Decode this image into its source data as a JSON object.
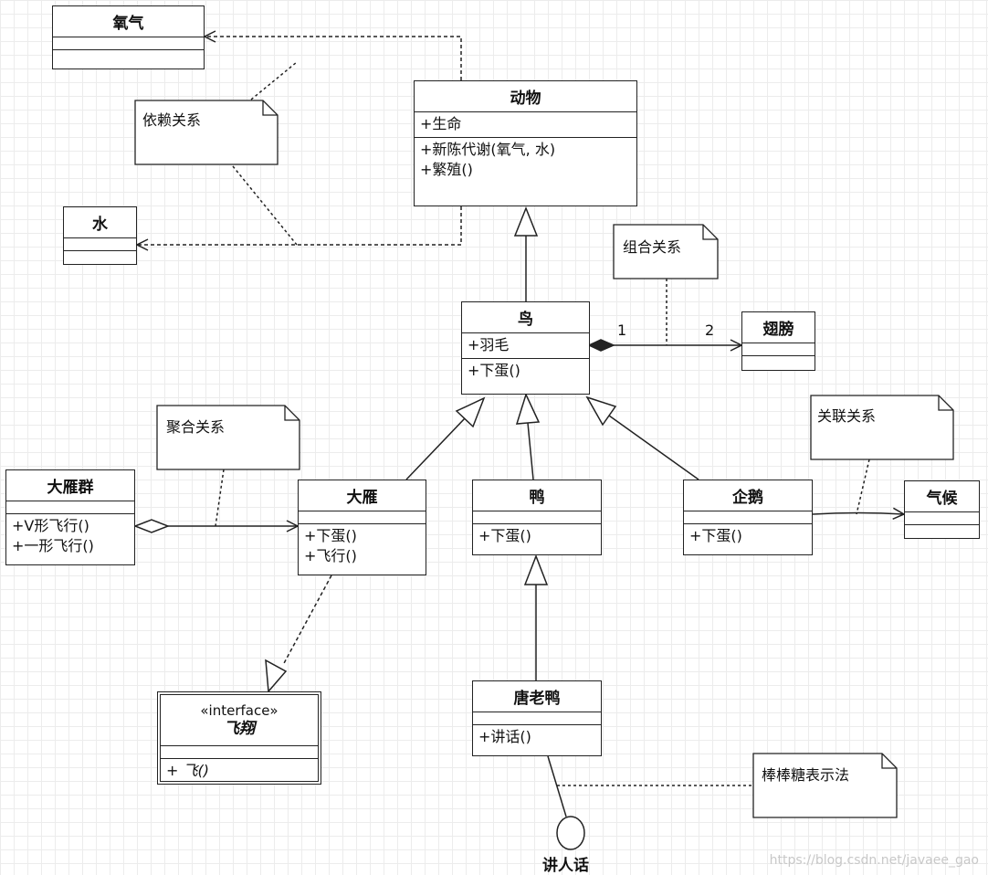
{
  "classes": {
    "oxygen": {
      "name": "氧气"
    },
    "water": {
      "name": "水"
    },
    "animal": {
      "name": "动物",
      "attributes": [
        "+生命"
      ],
      "operations": [
        "+新陈代谢(氧气, 水)",
        "+繁殖()"
      ]
    },
    "bird": {
      "name": "鸟",
      "attributes": [
        "+羽毛"
      ],
      "operations": [
        "+下蛋()"
      ]
    },
    "wing": {
      "name": "翅膀"
    },
    "goose_flock": {
      "name": "大雁群",
      "operations": [
        "+V形飞行()",
        "+一形飞行()"
      ]
    },
    "goose": {
      "name": "大雁",
      "operations": [
        "+下蛋()",
        "+飞行()"
      ]
    },
    "duck": {
      "name": "鸭",
      "operations": [
        "+下蛋()"
      ]
    },
    "penguin": {
      "name": "企鹅",
      "operations": [
        "+下蛋()"
      ]
    },
    "climate": {
      "name": "气候"
    },
    "donald": {
      "name": "唐老鸭",
      "operations": [
        "+讲话()"
      ]
    },
    "fly_iface": {
      "stereotype": "«interface»",
      "name": "飞翔",
      "operations": [
        "+ 飞()"
      ]
    }
  },
  "notes": {
    "dependency": "依赖关系",
    "composition": "组合关系",
    "aggregation": "聚合关系",
    "association": "关联关系",
    "lollipop": "棒棒糖表示法"
  },
  "multiplicity": {
    "bird_end": "1",
    "wing_end": "2"
  },
  "lollipop_label": "讲人话",
  "watermark": "https://blog.csdn.net/javaee_gao"
}
